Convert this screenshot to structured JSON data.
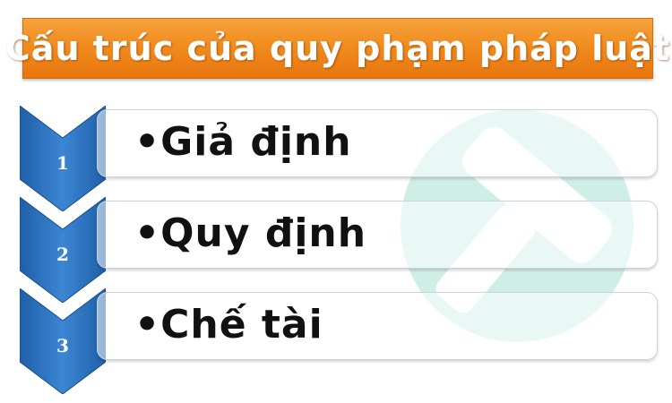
{
  "header": {
    "title": "Cấu trúc của quy phạm pháp luật"
  },
  "items": [
    {
      "number": "1",
      "text": "•Giả định"
    },
    {
      "number": "2",
      "text": "•Quy định"
    },
    {
      "number": "3",
      "text": "•Chế tài"
    }
  ],
  "watermark": {
    "icon": "gavel-icon",
    "color": "#9fded0"
  },
  "colors": {
    "title_bar": "#f08a1c",
    "chevron_blue": "#2b6fba",
    "text": "#111111"
  }
}
